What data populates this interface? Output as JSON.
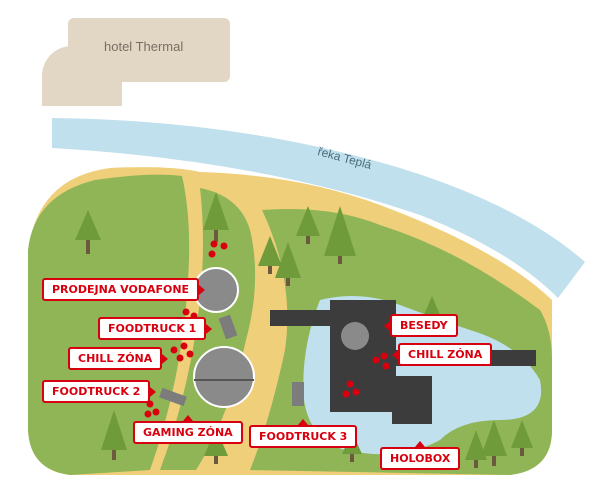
{
  "places": {
    "hotel": "hotel Thermal",
    "river": "řeka Teplá"
  },
  "labels": {
    "prodejna": "PRODEJNA VODAFONE",
    "foodtruck1": "FOODTRUCK 1",
    "chill_left": "CHILL ZÓNA",
    "foodtruck2": "FOODTRUCK 2",
    "gaming": "GAMING ZÓNA",
    "foodtruck3": "FOODTRUCK 3",
    "besedy": "BESEDY",
    "chill_right": "CHILL ZÓNA",
    "holobox": "HOLOBOX"
  },
  "colors": {
    "grass": "#8fb556",
    "path": "#f0cf7a",
    "water": "#bfe0ec",
    "building": "#e2d6c5",
    "structure": "#3c3c3c",
    "accent": "#d8000e"
  }
}
